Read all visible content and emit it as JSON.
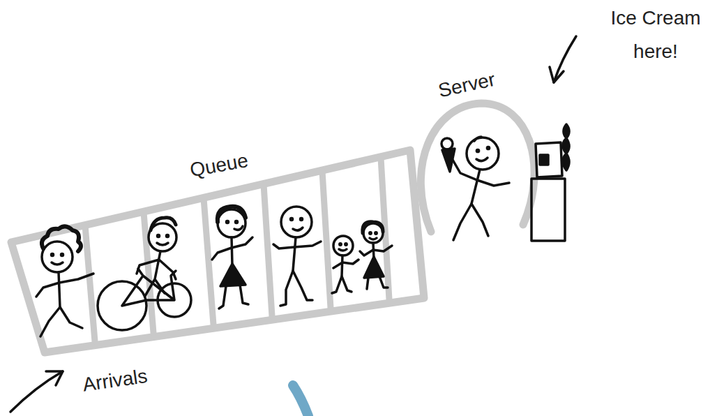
{
  "diagram": {
    "nodes": [
      {
        "text": [
          "Queue"
        ]
      },
      {
        "text": [
          "Server"
        ]
      }
    ],
    "labels": [
      "Ice Cream here!",
      "Arrivals"
    ]
  }
}
